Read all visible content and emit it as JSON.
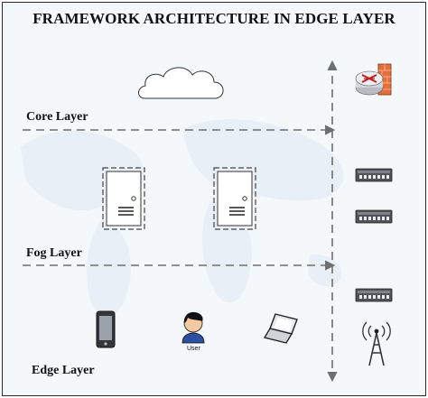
{
  "diagram": {
    "title": "FRAMEWORK ARCHITECTURE IN EDGE LAYER",
    "layers": {
      "core": "Core Layer",
      "fog": "Fog Layer",
      "edge": "Edge Layer"
    },
    "user_label": "User",
    "icons": [
      "cloud-icon",
      "router-firewall-icon",
      "switch-icon",
      "server-icon",
      "smartphone-icon",
      "user-icon",
      "laptop-icon",
      "wireless-tower-icon"
    ],
    "colors": {
      "line": "#6e6e6e",
      "background": "#f4f8fb",
      "map": "#e7eef5"
    }
  }
}
